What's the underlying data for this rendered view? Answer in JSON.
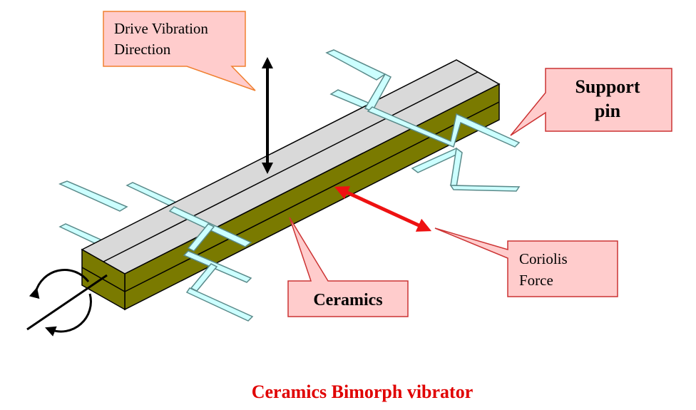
{
  "callouts": {
    "drive": {
      "line1": "Drive Vibration",
      "line2": "Direction"
    },
    "support": {
      "line1": "Support",
      "line2": "pin"
    },
    "coriolis": {
      "line1": "Coriolis",
      "line2": "Force"
    },
    "ceramics": {
      "line1": "Ceramics"
    }
  },
  "caption": "Ceramics Bimorph vibrator",
  "colors": {
    "bar_top": "#d9d9d9",
    "bar_side": "#7a7a00",
    "callout_fill": "#ffcccc",
    "callout_stroke": "#cc3333",
    "drive_stroke": "#f08030",
    "caption": "#e00000",
    "coriolis_arrow": "#ee1111",
    "pin_fill": "#ccffff",
    "pin_stroke": "#5a8a8a"
  },
  "icons": {
    "rotation": "rotation-arrow-icon",
    "drive_arrow": "double-arrow-vertical-icon",
    "coriolis_arrow": "double-arrow-diagonal-icon"
  }
}
